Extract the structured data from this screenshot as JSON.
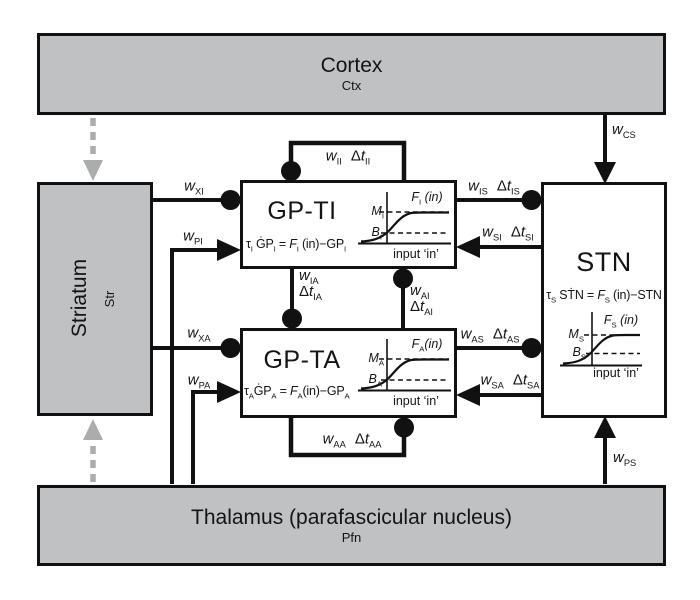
{
  "colors": {
    "box_fill": "#bfc1c3",
    "line": "#111111",
    "modulatory_gray": "#aaacae",
    "background": "#ffffff"
  },
  "boxes": {
    "cortex": {
      "title": "Cortex",
      "abbr": "Ctx"
    },
    "striatum": {
      "title": "Striatum",
      "abbr": "Str"
    },
    "thalamus": {
      "title": "Thalamus (parafascicular nucleus)",
      "abbr": "Pfn"
    },
    "gpti": {
      "title": "GP-TI",
      "eq": {
        "tau": "τ",
        "tau_sub": "I",
        "var": " ĠP",
        "var_sub": "I",
        "equals": " = ",
        "f": "F",
        "f_sub": "I",
        "rest": " (in)−GP",
        "rest_sub": "I"
      },
      "plot": {
        "m": "M",
        "m_sub": "I",
        "b": "B",
        "b_sub": "I",
        "f": "F",
        "f_sub": "I",
        "farg": " (in)",
        "xlabel": "input ‘in’"
      }
    },
    "gpta": {
      "title": "GP-TA",
      "eq": {
        "tau": "τ",
        "tau_sub": "A",
        "var": "ĠP",
        "var_sub": "A",
        "equals": " = ",
        "f": "F",
        "f_sub": "A",
        "rest": "(in)−GP",
        "rest_sub": "A"
      },
      "plot": {
        "m": "M",
        "m_sub": "A",
        "b": "B",
        "b_sub": "A",
        "f": "F",
        "f_sub": "A",
        "farg": "(in)",
        "xlabel": "input ‘in’"
      }
    },
    "stn": {
      "title": "STN",
      "eq": {
        "tau": "τ",
        "tau_sub": "S",
        "var": " SṪN",
        "equals": " = ",
        "f": "F",
        "f_sub": "S",
        "rest": " (in)−STN"
      },
      "plot": {
        "m": "M",
        "m_sub": "S",
        "b": "B",
        "b_sub": "S",
        "f": "F",
        "f_sub": "S",
        "farg": " (in)",
        "xlabel": "input ‘in’"
      }
    }
  },
  "connections": {
    "cs": {
      "w": "w",
      "w_sub": "CS",
      "from": "Cortex",
      "to": "STN",
      "type": "excitatory"
    },
    "xi": {
      "w": "w",
      "w_sub": "XI",
      "from": "Striatum",
      "to": "GP-TI",
      "type": "inhibitory"
    },
    "pi": {
      "w": "w",
      "w_sub": "PI",
      "from": "Pfn",
      "to": "GP-TI",
      "type": "excitatory"
    },
    "xa": {
      "w": "w",
      "w_sub": "XA",
      "from": "Striatum",
      "to": "GP-TA",
      "type": "inhibitory"
    },
    "pa": {
      "w": "w",
      "w_sub": "PA",
      "from": "Pfn",
      "to": "GP-TA",
      "type": "excitatory"
    },
    "ps": {
      "w": "w",
      "w_sub": "PS",
      "from": "Pfn",
      "to": "STN",
      "type": "excitatory"
    },
    "ii": {
      "w": "w",
      "w_sub": "II",
      "dt": "Δ",
      "dtt": "t",
      "dt_sub": "II",
      "from": "GP-TI",
      "to": "GP-TI",
      "type": "inhibitory"
    },
    "is": {
      "w": "w",
      "w_sub": "IS",
      "dt": "Δ",
      "dtt": "t",
      "dt_sub": "IS",
      "from": "GP-TI",
      "to": "STN",
      "type": "inhibitory"
    },
    "si": {
      "w": "w",
      "w_sub": "SI",
      "dt": "Δ",
      "dtt": "t",
      "dt_sub": "SI",
      "from": "STN",
      "to": "GP-TI",
      "type": "excitatory"
    },
    "ia": {
      "w": "w",
      "w_sub": "IA",
      "dt": "Δ",
      "dtt": "t",
      "dt_sub": "IA",
      "from": "GP-TI",
      "to": "GP-TA",
      "type": "inhibitory"
    },
    "ai": {
      "w": "w",
      "w_sub": "AI",
      "dt": "Δ",
      "dtt": "t",
      "dt_sub": "AI",
      "from": "GP-TA",
      "to": "GP-TI",
      "type": "inhibitory"
    },
    "as": {
      "w": "w",
      "w_sub": "AS",
      "dt": "Δ",
      "dtt": "t",
      "dt_sub": "AS",
      "from": "GP-TA",
      "to": "STN",
      "type": "inhibitory"
    },
    "sa": {
      "w": "w",
      "w_sub": "SA",
      "dt": "Δ",
      "dtt": "t",
      "dt_sub": "SA",
      "from": "STN",
      "to": "GP-TA",
      "type": "excitatory"
    },
    "aa": {
      "w": "w",
      "w_sub": "AA",
      "dt": "Δ",
      "dtt": "t",
      "dt_sub": "AA",
      "from": "GP-TA",
      "to": "GP-TA",
      "type": "inhibitory"
    },
    "ctx_str": {
      "from": "Cortex",
      "to": "Striatum",
      "type": "modulatory-dashed"
    },
    "pfn_str": {
      "from": "Pfn",
      "to": "Striatum",
      "type": "modulatory-dashed"
    }
  }
}
